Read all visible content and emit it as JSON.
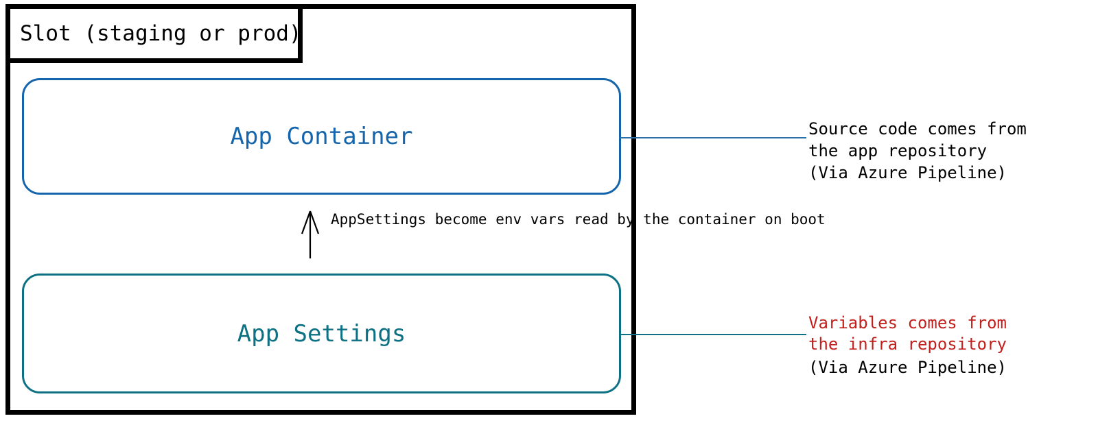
{
  "diagram": {
    "slot": {
      "title": "Slot (staging or prod)",
      "frame_color": "#000000"
    },
    "boxes": [
      {
        "id": "app-container",
        "label": "App Container",
        "color": "#1565ac"
      },
      {
        "id": "app-settings",
        "label": "App Settings",
        "color": "#0d7183"
      }
    ],
    "middle_note": {
      "line1": "AppSettings become env vars",
      "line2": "read by the container on boot",
      "arrow": "up-arrow-icon"
    },
    "annotations": {
      "app_container": {
        "line1": "Source code comes from",
        "line2": "the app repository",
        "line3": "(Via Azure Pipeline)",
        "color": "#000000",
        "connector_color": "#2a6fa8"
      },
      "app_settings": {
        "line1": "Variables comes from",
        "line2": "the infra repository",
        "line3": "(Via Azure Pipeline)",
        "highlight_color": "#c2201c",
        "note_color": "#000000",
        "connector_color": "#0d7183"
      }
    }
  }
}
